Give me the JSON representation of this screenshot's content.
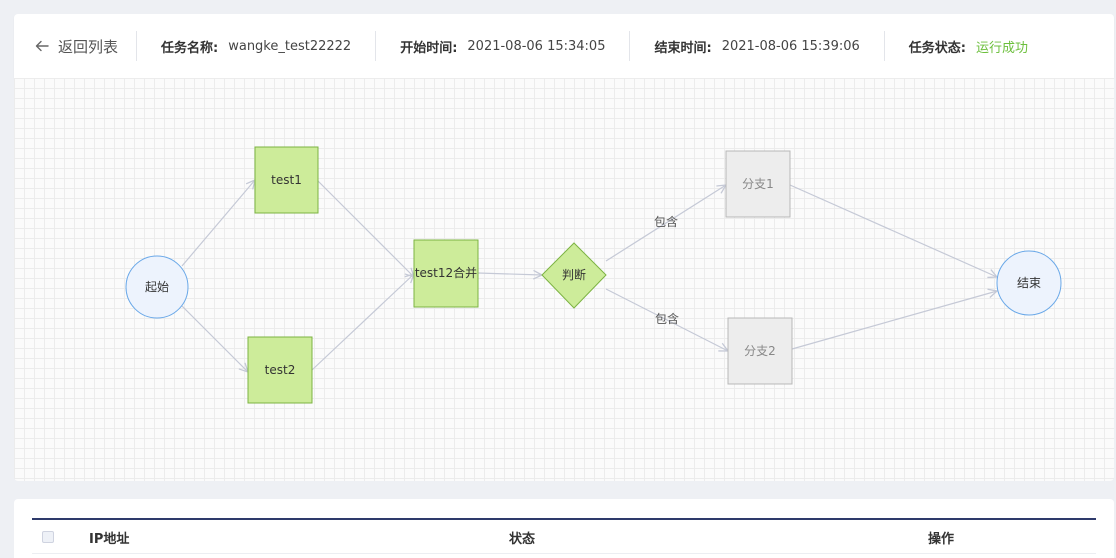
{
  "header": {
    "back_label": "返回列表",
    "task_name_label": "任务名称:",
    "task_name": "wangke_test22222",
    "start_label": "开始时间:",
    "start_time": "2021-08-06 15:34:05",
    "end_label": "结束时间:",
    "end_time": "2021-08-06 15:39:06",
    "status_label": "任务状态:",
    "status_value": "运行成功",
    "status_color": "#6cbf3c"
  },
  "flow": {
    "nodes": {
      "start": "起始",
      "test1": "test1",
      "test2": "test2",
      "merge": "test12合并",
      "decision": "判断",
      "branch1": "分支1",
      "branch2": "分支2",
      "end": "结束"
    },
    "edge_labels": {
      "to_branch1": "包含",
      "to_branch2": "包含"
    },
    "colors": {
      "task_fill": "#cdec9a",
      "task_stroke": "#7cb342",
      "circle_fill": "#edf3fd",
      "circle_stroke": "#6aa8e8",
      "branch_fill": "#ededed",
      "branch_stroke": "#b8b8b8",
      "edge": "#c5c9d6"
    }
  },
  "table": {
    "columns": [
      "IP地址",
      "状态",
      "操作"
    ]
  }
}
